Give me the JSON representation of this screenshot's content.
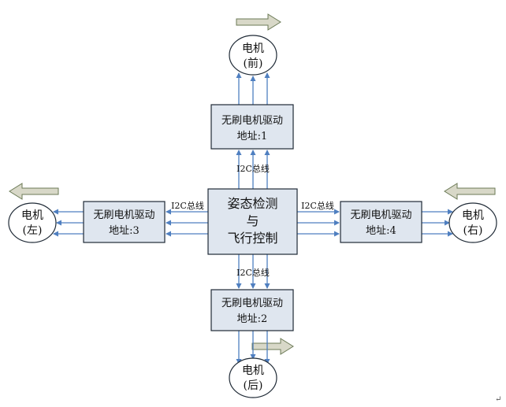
{
  "center": {
    "line1": "姿态检测",
    "line2": "与",
    "line3": "飞行控制"
  },
  "drivers": {
    "front": {
      "line1": "无刷电机驱动",
      "line2": "地址:1"
    },
    "left": {
      "line1": "无刷电机驱动",
      "line2": "地址:3"
    },
    "right": {
      "line1": "无刷电机驱动",
      "line2": "地址:4"
    },
    "back": {
      "line1": "无刷电机驱动",
      "line2": "地址:2"
    }
  },
  "motors": {
    "front": {
      "line1": "电机",
      "line2": "(前)"
    },
    "left": {
      "line1": "电机",
      "line2": "(左)"
    },
    "right": {
      "line1": "电机",
      "line2": "(右)"
    },
    "back": {
      "line1": "电机",
      "line2": "(后)"
    }
  },
  "bus_labels": {
    "top": "I2C总线",
    "left": "I2C总线",
    "right": "I2C总线",
    "bottom": "I2C总线"
  },
  "colors": {
    "box_fill": "#dfe6ef",
    "box_stroke": "#1f2a36",
    "line_color": "#4f7fc0",
    "direction_arrow_fill": "#d8d8c8",
    "direction_arrow_stroke": "#6b7a56"
  },
  "paragraph_mark": "↵"
}
